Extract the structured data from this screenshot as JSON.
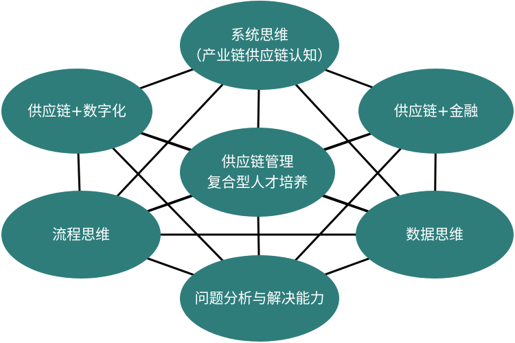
{
  "diagram": {
    "background": "#ffffff",
    "node_color": "#2e7d7b",
    "text_color": "#ffffff",
    "line_color": "#000000",
    "nodes": {
      "top": {
        "lines": [
          "系统思维",
          "（产业链供应链认知）"
        ]
      },
      "center": {
        "lines": [
          "供应链管理",
          "复合型人才培养"
        ]
      },
      "left_upper": {
        "lines": [
          "供应链+数字化"
        ]
      },
      "right_upper": {
        "lines": [
          "供应链+金融"
        ]
      },
      "left_lower": {
        "lines": [
          "流程思维"
        ]
      },
      "right_lower": {
        "lines": [
          "数据思维"
        ]
      },
      "bottom": {
        "lines": [
          "问题分析与解决能力"
        ]
      }
    },
    "connections": [
      [
        "top",
        "center"
      ],
      [
        "top",
        "left_upper"
      ],
      [
        "top",
        "right_upper"
      ],
      [
        "top",
        "left_lower"
      ],
      [
        "top",
        "right_lower"
      ],
      [
        "center",
        "left_upper"
      ],
      [
        "center",
        "right_upper"
      ],
      [
        "center",
        "left_lower"
      ],
      [
        "center",
        "right_lower"
      ],
      [
        "center",
        "bottom"
      ],
      [
        "left_upper",
        "left_lower"
      ],
      [
        "left_upper",
        "bottom"
      ],
      [
        "left_upper",
        "right_lower"
      ],
      [
        "right_upper",
        "right_lower"
      ],
      [
        "right_upper",
        "bottom"
      ],
      [
        "right_upper",
        "left_lower"
      ],
      [
        "left_lower",
        "right_lower"
      ],
      [
        "left_lower",
        "bottom"
      ],
      [
        "right_lower",
        "bottom"
      ]
    ]
  }
}
